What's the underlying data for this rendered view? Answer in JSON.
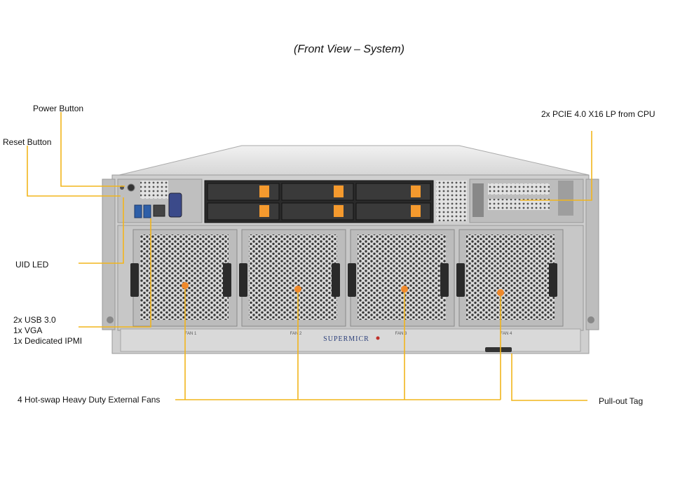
{
  "title": "(Front View – System)",
  "brand": "SUPERMICR",
  "callouts": {
    "power_button": "Power Button",
    "reset_button": "Reset Button",
    "uid_led": "UID LED",
    "io_ports": [
      "2x USB 3.0",
      "1x VGA",
      "1x Dedicated IPMI"
    ],
    "fans": "4 Hot-swap Heavy Duty External Fans",
    "pcie": "2x PCIE 4.0 X16 LP from CPU",
    "pull_out_tag": "Pull-out Tag"
  },
  "fan_labels": [
    "FAN 1",
    "FAN 2",
    "FAN 3",
    "FAN 4"
  ],
  "colors": {
    "leader": "#f2b51c",
    "marker": "#f0892a",
    "chassis": "#c9c9c9",
    "drive_latch": "#f59a2e"
  }
}
